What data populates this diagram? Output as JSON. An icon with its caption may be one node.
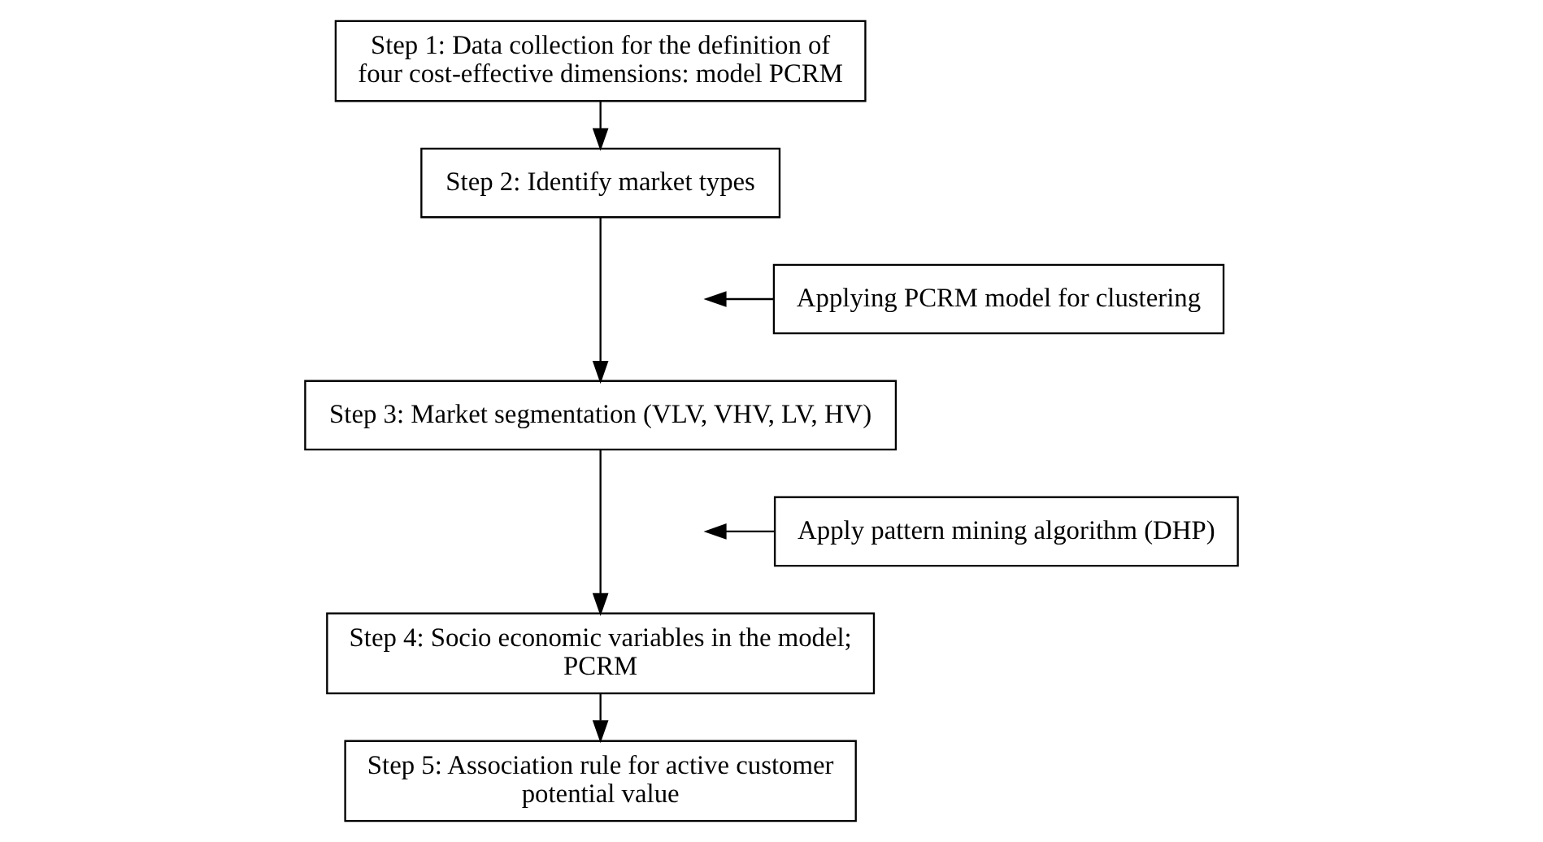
{
  "diagram": {
    "nodes": [
      {
        "text": [
          "Step 1: Data collection for the definition of four cost-effective dimensions: model PCRM"
        ]
      },
      {
        "text": [
          "Step 2: Identify market types"
        ]
      },
      {
        "text": [
          "Applying PCRM model for clustering"
        ]
      },
      {
        "text": [
          "Step 3: Market segmentation (VLV, VHV, LV, HV)"
        ]
      },
      {
        "text": [
          "Apply pattern mining algorithm (DHP)"
        ]
      },
      {
        "text": [
          "Step 4: Socio economic variables in the model; PCRM"
        ]
      },
      {
        "text": [
          "Step 5: Association rule for active customer potential value"
        ]
      }
    ],
    "edges": [
      {
        "from": 0,
        "to": 1,
        "arrow": "to"
      },
      {
        "from": 1,
        "to": 3,
        "arrow": "to"
      },
      {
        "from": 2,
        "to": null,
        "arrow": "to"
      },
      {
        "from": 3,
        "to": 5,
        "arrow": "to"
      },
      {
        "from": 4,
        "to": null,
        "arrow": "to"
      },
      {
        "from": 5,
        "to": 6,
        "arrow": "to"
      }
    ]
  }
}
